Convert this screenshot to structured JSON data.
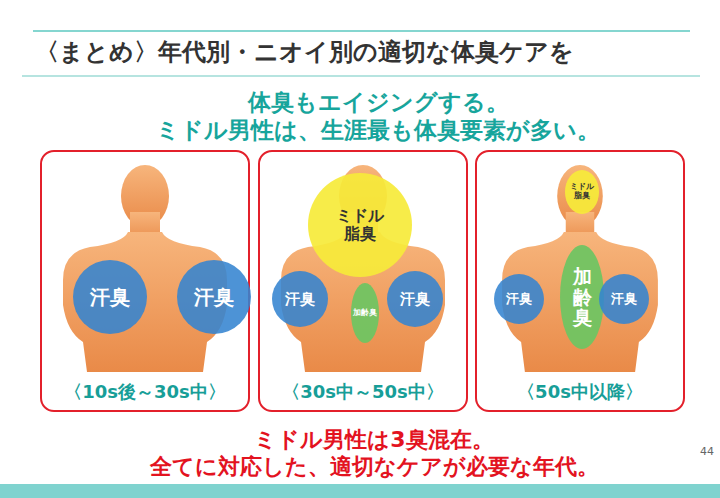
{
  "diagram": {
    "title": "〈まとめ〉年代別・ニオイ別の適切な体臭ケアを",
    "nodes": [
      {
        "text": [
          "〈10s後～30s中〉"
        ]
      },
      {
        "text": [
          "汗臭"
        ],
        "in": 0
      },
      {
        "text": [
          "汗臭"
        ],
        "in": 0
      },
      {
        "text": [
          "〈30s中～50s中〉"
        ]
      },
      {
        "text": [
          "ミドル 脂臭"
        ],
        "in": 3
      },
      {
        "text": [
          "汗臭"
        ],
        "in": 3
      },
      {
        "text": [
          "加齢臭"
        ],
        "in": 3
      },
      {
        "text": [
          "汗臭"
        ],
        "in": 3
      },
      {
        "text": [
          "〈50s中以降〉"
        ]
      },
      {
        "text": [
          "ミドル 脂臭"
        ],
        "in": 8
      },
      {
        "text": [
          "汗臭"
        ],
        "in": 8
      },
      {
        "text": [
          "加齢臭"
        ],
        "in": 8
      },
      {
        "text": [
          "汗臭"
        ],
        "in": 8
      }
    ],
    "labels": [
      "体臭もエイジングする。",
      "ミドル男性は、生涯最も体臭要素が多い。",
      "ミドル男性は3臭混在。",
      "全てに対応した、適切なケアが必要な年代。",
      "44"
    ]
  }
}
